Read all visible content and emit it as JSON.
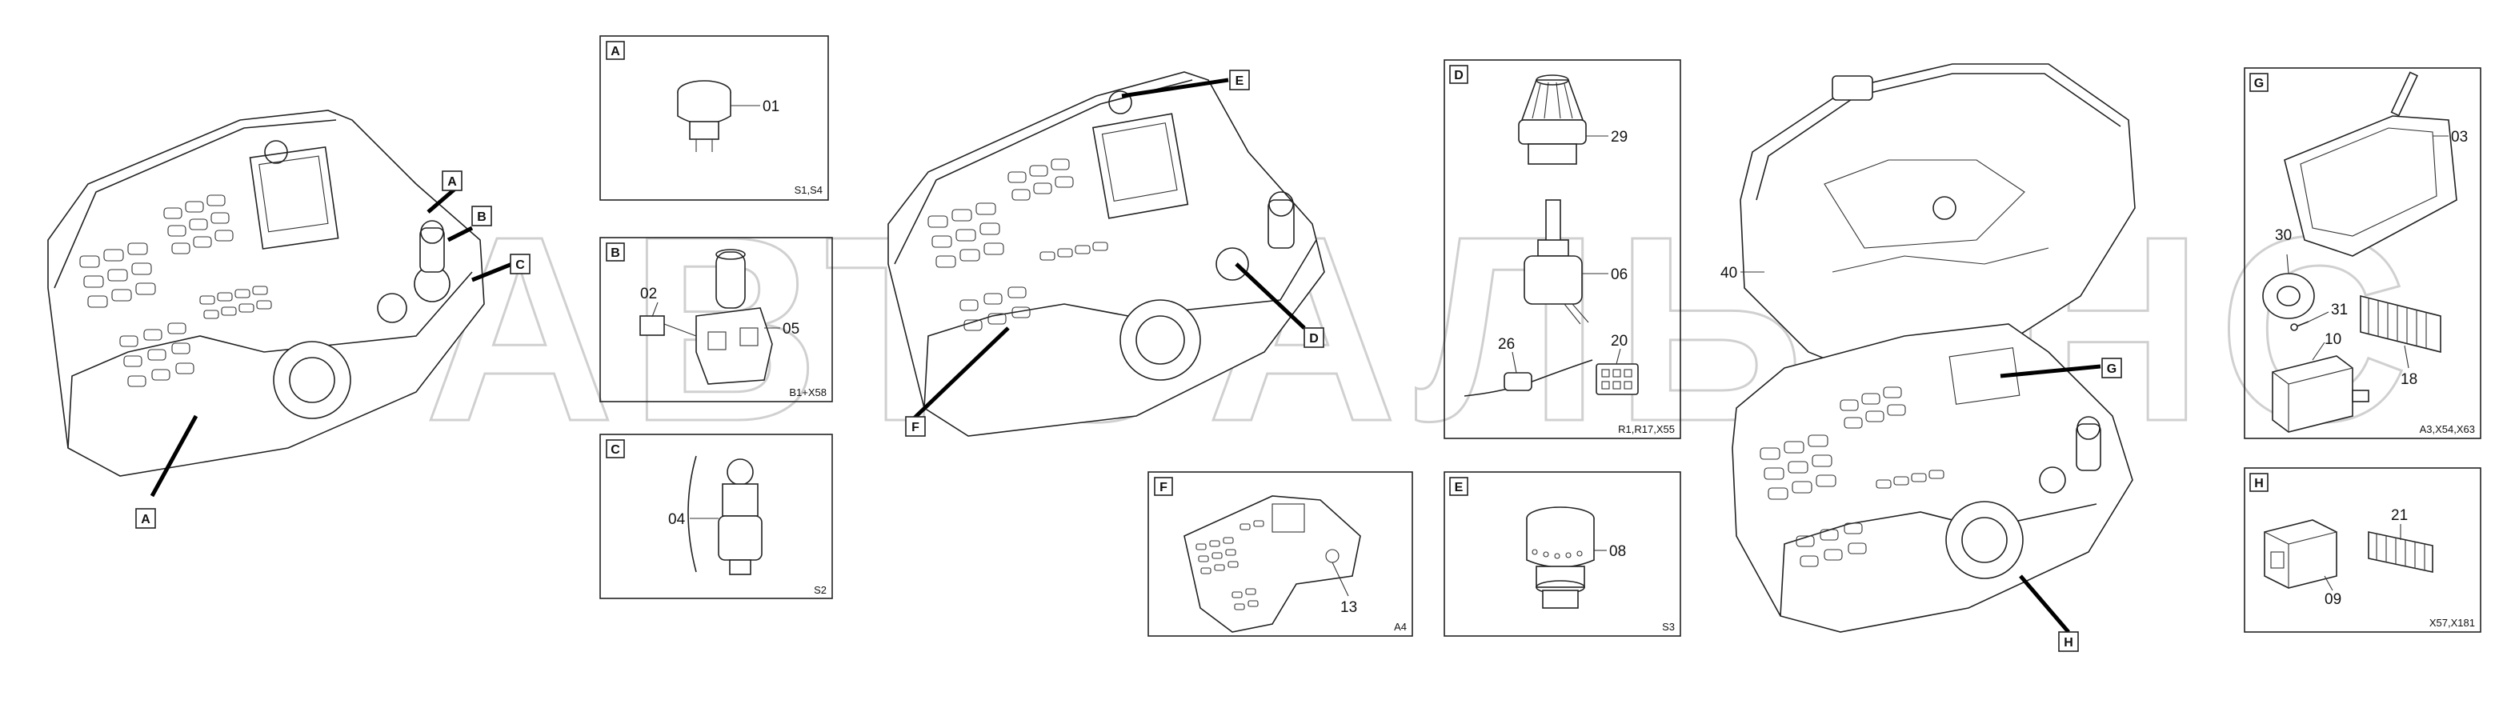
{
  "watermark": "АВТОАЛЬЯНС",
  "callouts": {
    "a_top": "A",
    "b": "B",
    "c": "C",
    "a_bottom": "A",
    "e": "E",
    "d": "D",
    "f": "F",
    "g": "G",
    "h": "H",
    "part_40": "40"
  },
  "boxes": {
    "A": {
      "letter": "A",
      "parts": [
        "01"
      ],
      "ref": "S1,S4"
    },
    "B": {
      "letter": "B",
      "parts": [
        "02",
        "05"
      ],
      "ref": "B1+X58"
    },
    "C": {
      "letter": "C",
      "parts": [
        "04"
      ],
      "ref": "S2"
    },
    "D": {
      "letter": "D",
      "parts": [
        "29",
        "06",
        "26",
        "20"
      ],
      "ref": "R1,R17,X55"
    },
    "E": {
      "letter": "E",
      "parts": [
        "08"
      ],
      "ref": "S3"
    },
    "F": {
      "letter": "F",
      "parts": [
        "13"
      ],
      "ref": "A4"
    },
    "G": {
      "letter": "G",
      "parts": [
        "03",
        "30",
        "31",
        "10",
        "18"
      ],
      "ref": "A3,X54,X63"
    },
    "H": {
      "letter": "H",
      "parts": [
        "21",
        "09"
      ],
      "ref": "X57,X181"
    }
  }
}
